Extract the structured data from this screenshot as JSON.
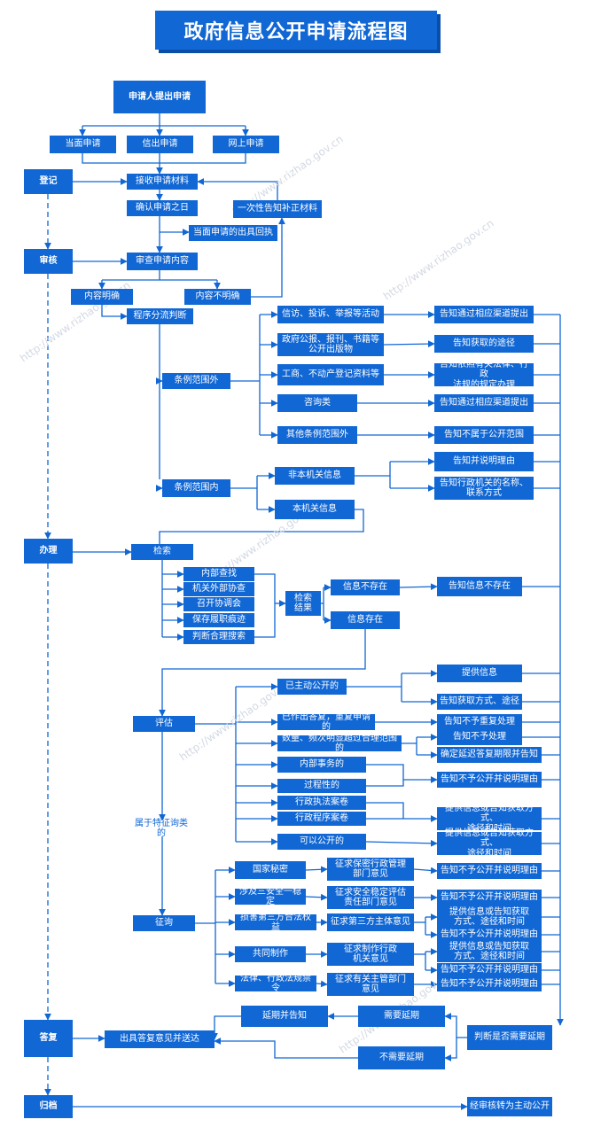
{
  "title": "政府信息公开申请流程图",
  "watermark": "http://www.rizhao.gov.cn",
  "colors": {
    "box": "#1167d4",
    "line": "#1167d4",
    "shadow": "#0b4ea8"
  },
  "stages": {
    "register": "登记",
    "review": "审核",
    "handle": "办理",
    "reply": "答复",
    "archive": "归档"
  },
  "nodes": {
    "start": "申请人提出申请",
    "m_inperson": "当面申请",
    "m_letter": "信出申请",
    "m_online": "网上申请",
    "receive": "接收申请材料",
    "confirm_date": "确认申请之日",
    "notify_supplement": "一次性告知补正材料",
    "inperson_receipt": "当面申请的出具回执",
    "review_content": "审查申请内容",
    "clear": "内容明确",
    "unclear": "内容不明确",
    "triage": "程序分流判断",
    "out_scope": "条例范围外",
    "petition": "信访、投诉、举报等活动",
    "notify_channel1": "告知通过相应渠道提出",
    "gazette": "政府公报、报刊、书籍等\n公开出版物",
    "notify_access": "告知获取的途径",
    "registry": "工商、不动产登记资料等",
    "notify_law": "告知依照有关法律、行政\n法规的规定办理",
    "consult": "咨询类",
    "notify_channel2": "告知通过相应渠道提出",
    "other_out": "其他条例范围外",
    "notify_not_scope": "告知不属于公开范围",
    "in_scope": "条例范围内",
    "not_own": "非本机关信息",
    "notify_explain": "告知并说明理由",
    "notify_contact": "告知行政机关的名称、\n联系方式",
    "own": "本机关信息",
    "search": "检索",
    "s_internal": "内部查找",
    "s_external": "机关外部协查",
    "s_meeting": "召开协调会",
    "s_trace": "保存履职痕迹",
    "s_reasonable": "判断合理搜索",
    "search_result": "检索\n结果",
    "not_exist": "信息不存在",
    "notify_not_exist": "告知信息不存在",
    "exist": "信息存在",
    "evaluate": "评估",
    "already_public": "已主动公开的",
    "provide": "提供信息",
    "notify_method": "告知获取方式、途径",
    "duplicate": "已作出答复，重复申请的",
    "notify_no_repeat": "告知不予重复处理",
    "excessive": "数量、频次明显超过合理范围的",
    "notify_no_process": "告知不予处理",
    "extend_notice": "确定延迟答复期限并告知",
    "internal_affairs": "内部事务的",
    "notify_refuse1": "告知不予公开并说明理由",
    "process_info": "过程性的",
    "law_enforcement": "行政执法案卷",
    "admin_case": "行政程序案卷",
    "provide_or_notify1": "提供信息或告知获取方式、\n途径和时间",
    "special_query": "属于特征询类的",
    "can_public": "可以公开的",
    "provide_or_notify2": "提供信息或告知获取方式、\n途径和时间",
    "consultation": "征询",
    "state_secret": "国家秘密",
    "seek_secret": "征求保密行政管理\n部门意见",
    "notify_refuse2": "告知不予公开并说明理由",
    "three_security": "涉及三安全一稳定",
    "seek_stability": "征求安全稳定评估\n责任部门意见",
    "notify_refuse3": "告知不予公开并说明理由",
    "third_party": "损害第三方合法权益",
    "seek_third": "征求第三方主体意见",
    "provide_or_notify3": "提供信息或告知获取\n方式、途径和时间",
    "notify_refuse4": "告知不予公开并说明理由",
    "co_made": "共同制作",
    "seek_coauthor": "征求制作行政\n机关意见",
    "provide_or_notify4": "提供信息或告知获取\n方式、途径和时间",
    "notify_refuse5": "告知不予公开并说明理由",
    "law_ban": "法律、行政法规禁令",
    "seek_supervisor": "征求有关主管部门\n意见",
    "notify_refuse6": "告知不予公开并说明理由",
    "issue_reply": "出具答复意见并送达",
    "extend_notify": "延期并告知",
    "need_extend": "需要延期",
    "judge_extend": "判断是否需要延期",
    "no_extend": "不需要延期",
    "to_active": "经审核转为主动公开"
  }
}
